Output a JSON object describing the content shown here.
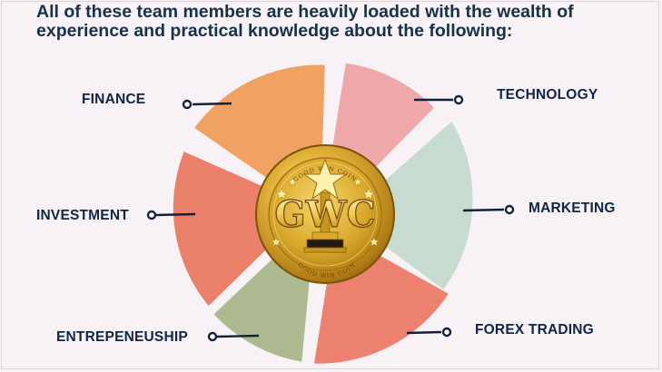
{
  "heading": {
    "line1": "All of these team members are heavily loaded with the wealth of",
    "line2": "experience and practical knowledge about the following:"
  },
  "topics": {
    "finance": "FINANCE",
    "technology": "TECHNOLOGY",
    "investment": "INVESTMENT",
    "marketing": "MARKETING",
    "entrepeneuship": "ENTREPENEUSHIP",
    "forex_trading": "FOREX TRADING"
  },
  "coin": {
    "top_text": "GOOD WIN COIN",
    "center_text": "GWC",
    "bottom_text": "GOOD WIN COIN"
  },
  "colors": {
    "finance": "#f0a262",
    "technology": "#eea8a9",
    "marketing": "#c8dbd0",
    "forex_trading": "#ec8170",
    "entrepeneuship": "#adb98f",
    "investment": "#ea7f6a",
    "heading": "#16324a",
    "label": "#0e2547",
    "gold": "#d9a92e"
  }
}
